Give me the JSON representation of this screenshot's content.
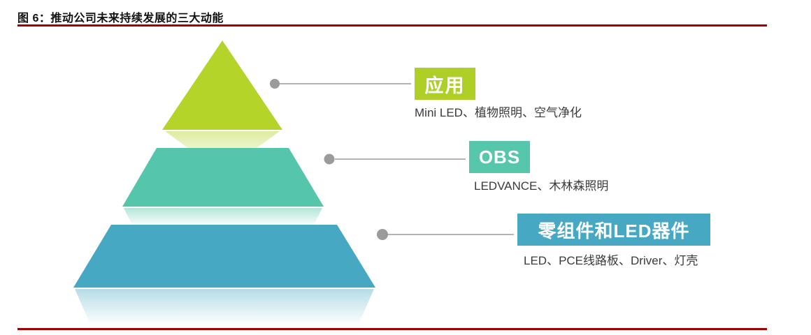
{
  "figure": {
    "title": "图 6：推动公司未来持续发展的三大动能",
    "accent_color": "#a40000",
    "connector_color": "#9b9b9b"
  },
  "pyramid": {
    "tiers": [
      {
        "id": "applications",
        "label": "应用",
        "detail": "Mini LED、植物照明、空气净化",
        "shape_color": "#b5d42a",
        "badge_color": "#aed026"
      },
      {
        "id": "obs",
        "label": "OBS",
        "detail": "LEDVANCE、木林森照明",
        "shape_color": "#55c6ab",
        "badge_color": "#57c7ac"
      },
      {
        "id": "components-led-devices",
        "label": "零组件和LED器件",
        "detail": "LED、PCE线路板、Driver、灯壳",
        "shape_color": "#47a8c3",
        "badge_color": "#47a8c3"
      }
    ]
  }
}
